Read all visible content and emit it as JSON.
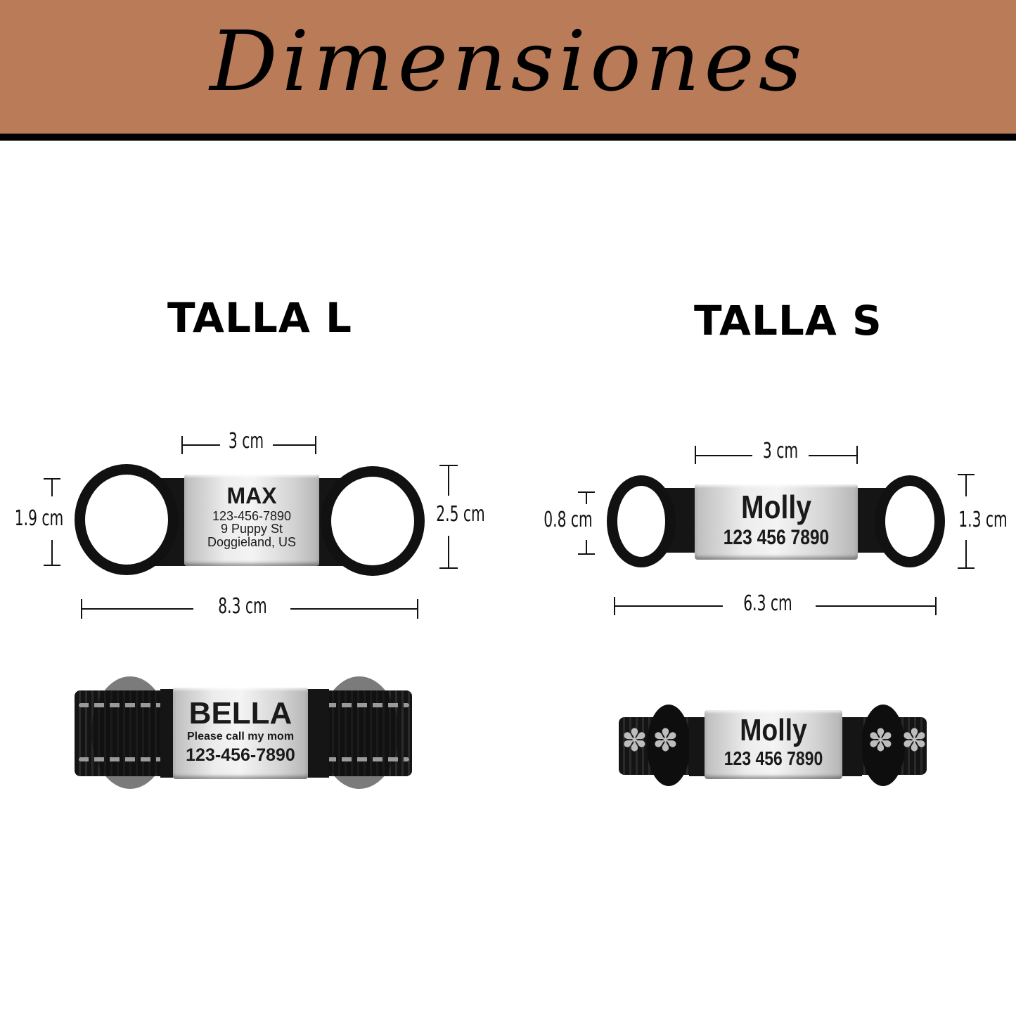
{
  "header": {
    "title": "Dimensiones",
    "background_color": "#b97b58"
  },
  "sizes": [
    {
      "title": "TALLA L",
      "diagram": {
        "plate_width": "3 cm",
        "plate_height": "1.9 cm",
        "total_height": "2.5 cm",
        "total_width": "8.3 cm",
        "plate_lines": [
          "MAX",
          "123-456-7890",
          "9 Puppy St",
          "Doggieland, US"
        ]
      },
      "example": {
        "plate_lines": [
          "BELLA",
          "Please call my mom",
          "123-456-7890"
        ],
        "collar_pattern": "reflective-stitch"
      }
    },
    {
      "title": "TALLA S",
      "diagram": {
        "plate_width": "3 cm",
        "plate_height": "0.8 cm",
        "total_height": "1.3 cm",
        "total_width": "6.3 cm",
        "plate_lines": [
          "Molly",
          "123 456 7890"
        ]
      },
      "example": {
        "plate_lines": [
          "Molly",
          "123 456 7890"
        ],
        "collar_pattern": "paw-print"
      }
    }
  ]
}
